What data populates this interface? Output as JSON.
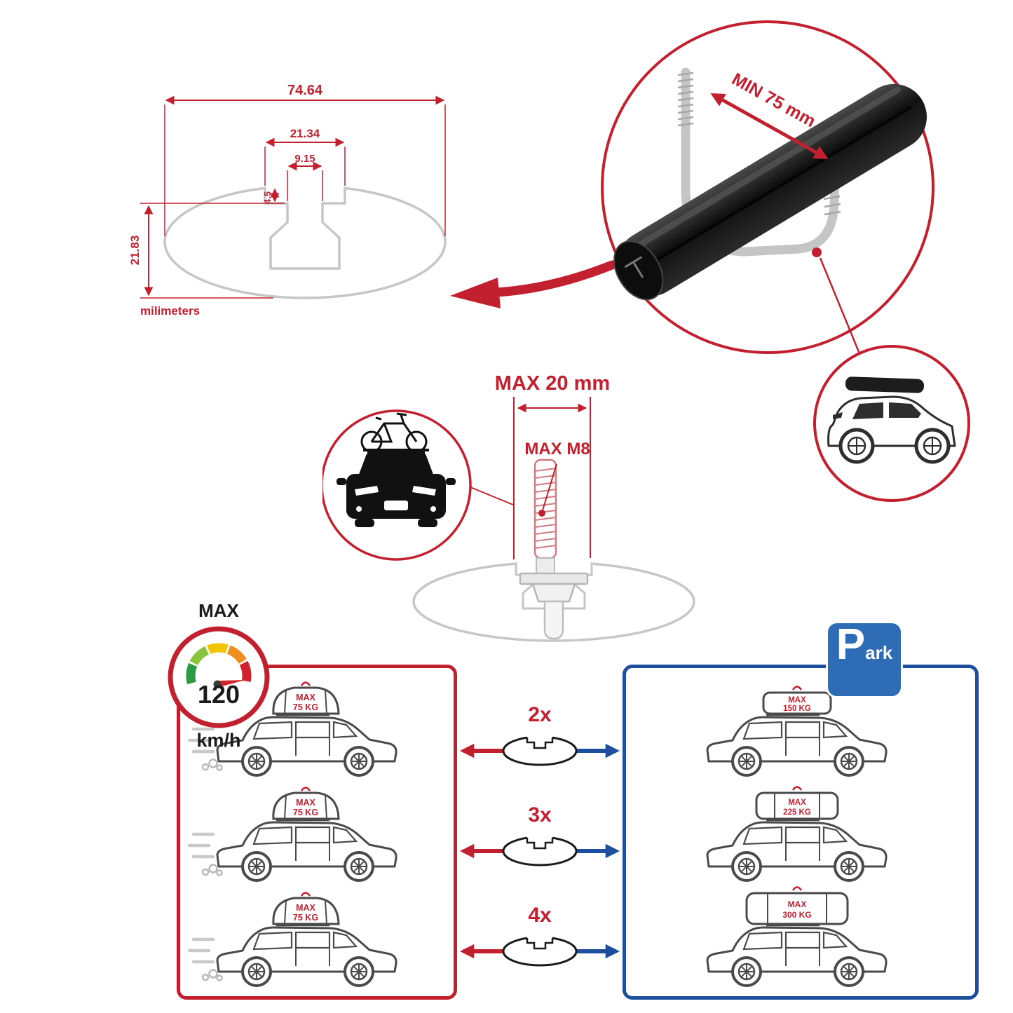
{
  "colors": {
    "accent_red": "#c3202f",
    "accent_blue": "#1d4f9e",
    "park_blue": "#2e6db6",
    "profile_gray": "#c6c6c6",
    "bar_black": "#111111"
  },
  "profile_dimensions": {
    "width_total": "74.64",
    "width_opening": "21.34",
    "width_slot": "9.15",
    "step_depth": "4.5",
    "height_total": "21.83",
    "units": "milimeters"
  },
  "bar_detail": {
    "min_clearance": "MIN 75 mm"
  },
  "bolt_detail": {
    "max_length": "MAX 20 mm",
    "max_thread": "MAX M8"
  },
  "speed_limit": {
    "label": "MAX",
    "value": "120",
    "units": "km/h"
  },
  "capacity": {
    "multipliers": [
      "2x",
      "3x",
      "4x"
    ],
    "left_cars": [
      {
        "label": "MAX",
        "weight": "75 KG"
      },
      {
        "label": "MAX",
        "weight": "75 KG"
      },
      {
        "label": "MAX",
        "weight": "75 KG"
      }
    ],
    "right_cars": [
      {
        "label": "MAX",
        "weight": "150 KG"
      },
      {
        "label": "MAX",
        "weight": "225 KG"
      },
      {
        "label": "MAX",
        "weight": "300 KG"
      }
    ]
  },
  "park_sign": {
    "initial": "P",
    "rest": "ark"
  }
}
